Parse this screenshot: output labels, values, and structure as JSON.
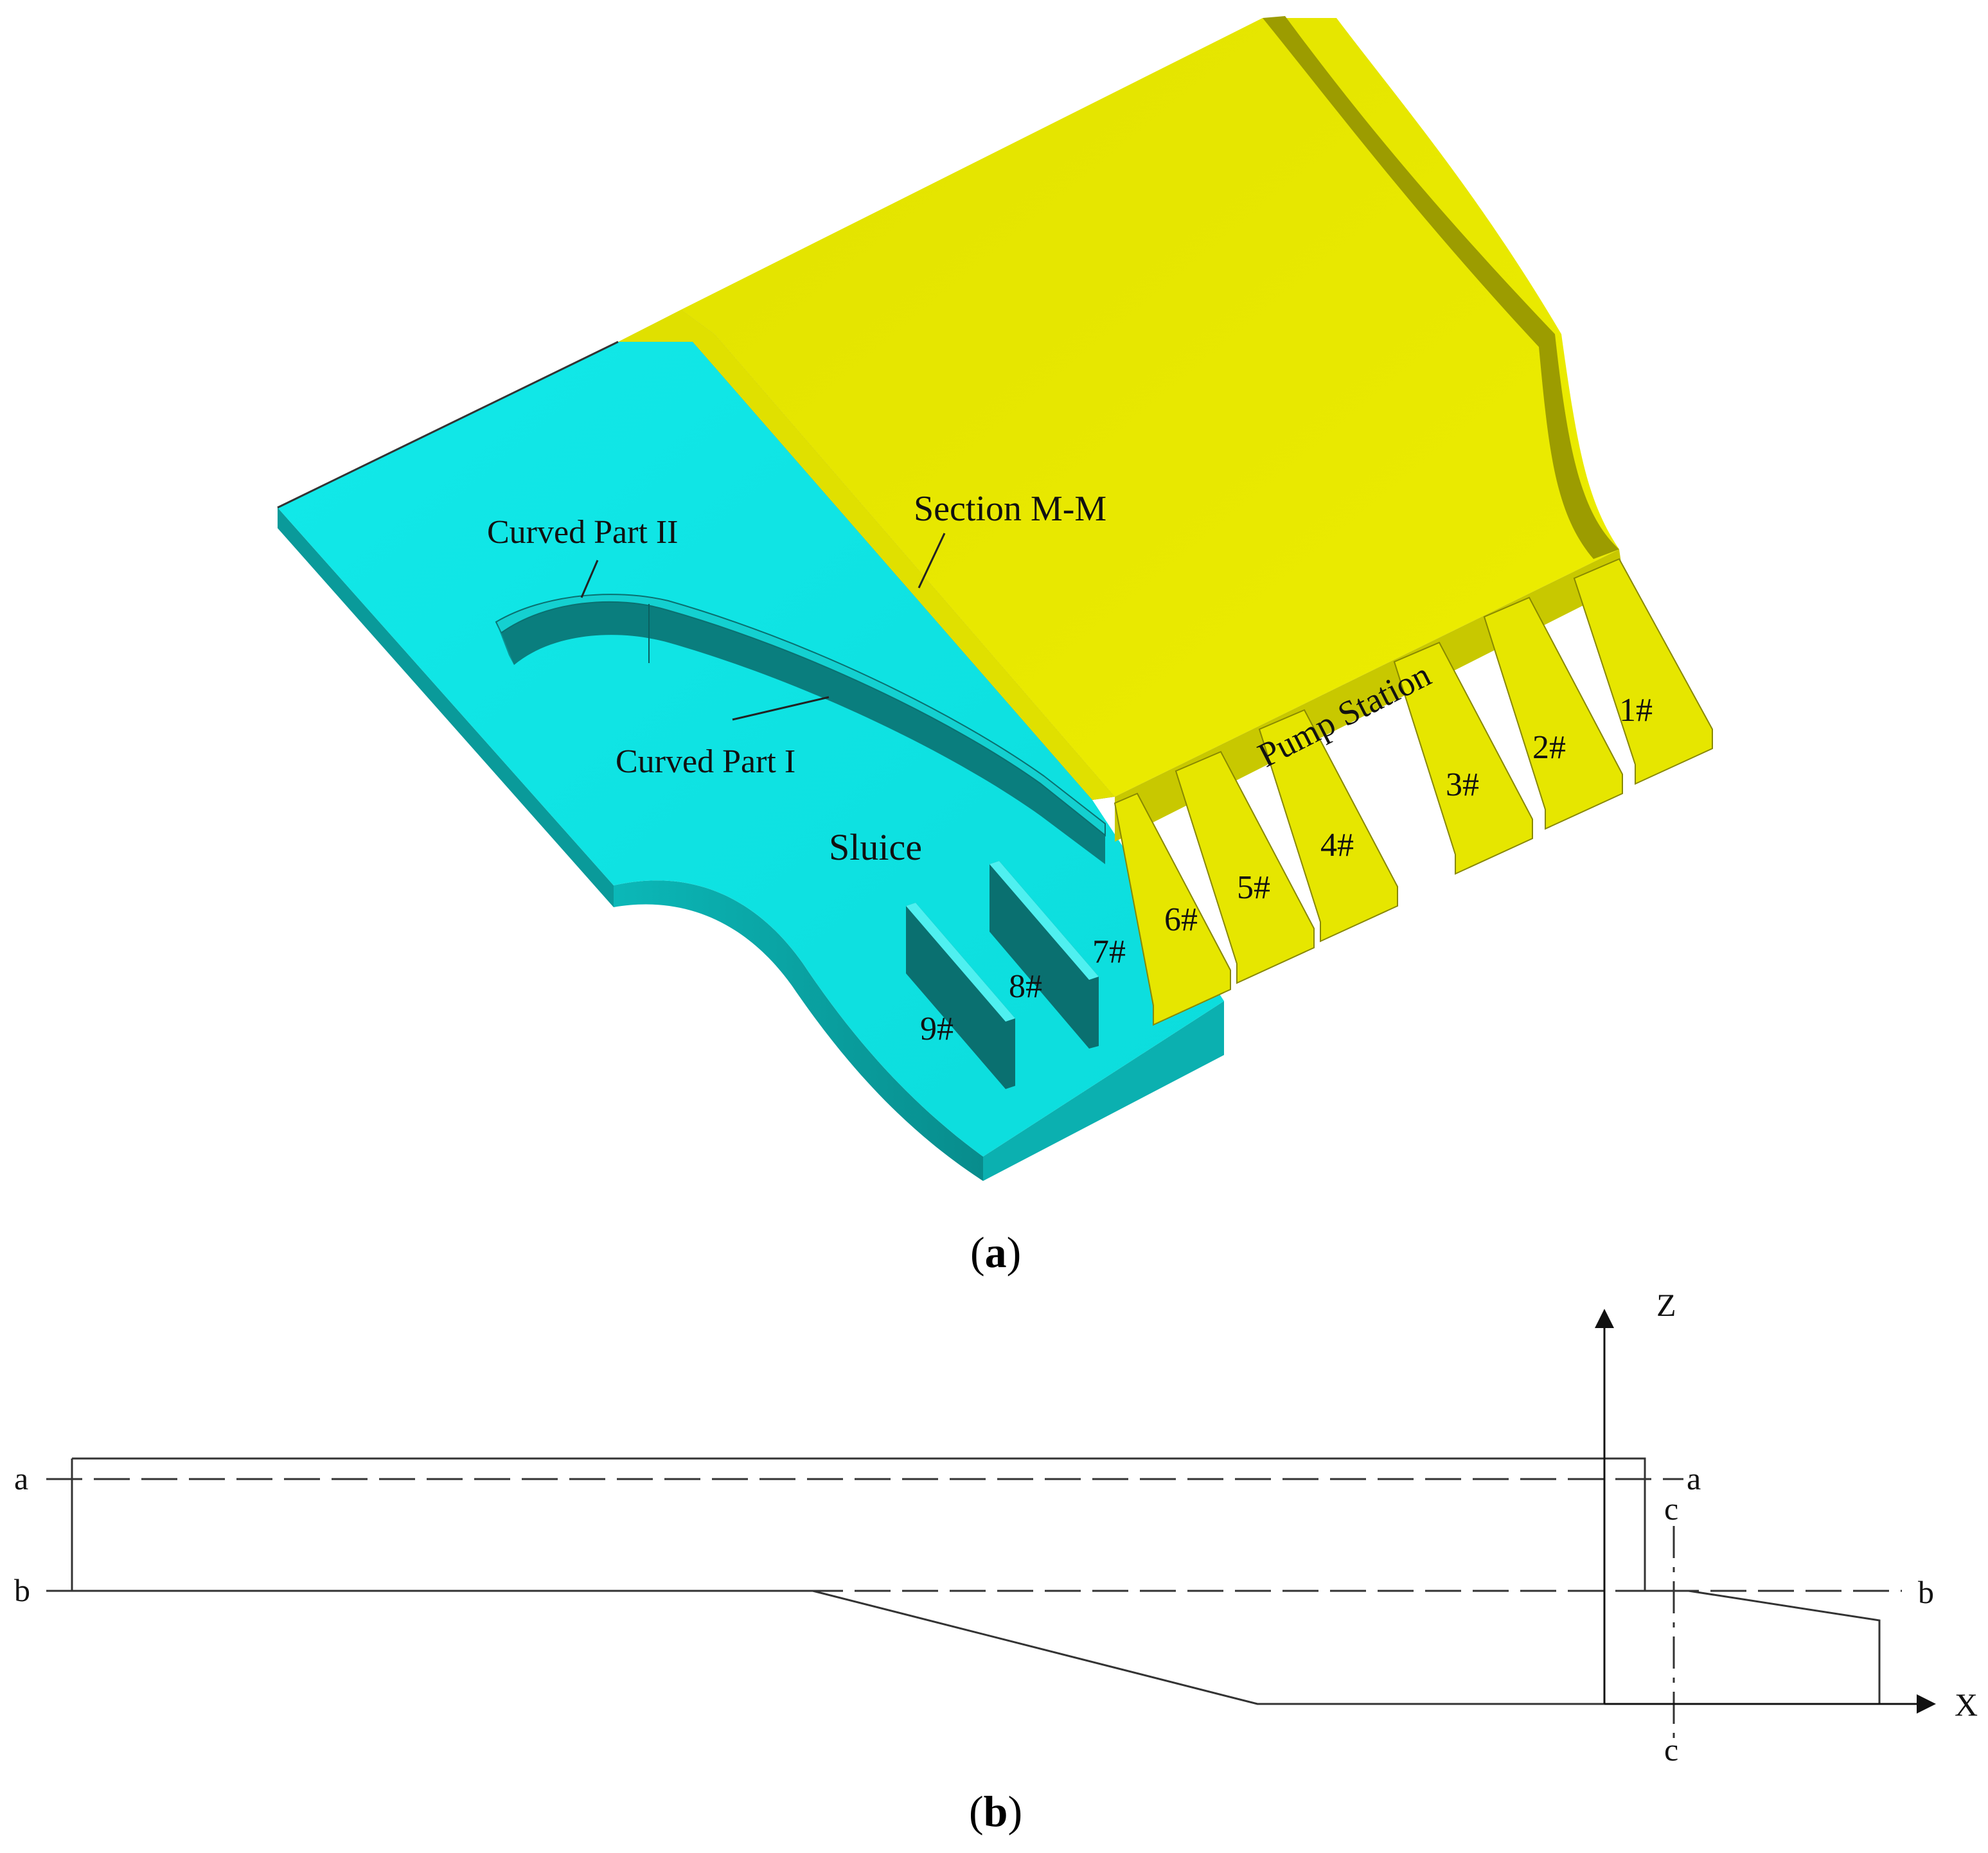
{
  "panel_a": {
    "caption_letter": "a",
    "labels": {
      "curved_part_2": "Curved Part II",
      "curved_part_1": "Curved Part I",
      "section_mm": "Section M-M",
      "sluice": "Sluice",
      "pump_station": "Pump Station"
    },
    "pump_units": [
      "1#",
      "2#",
      "3#",
      "4#",
      "5#",
      "6#"
    ],
    "sluice_gates": [
      "7#",
      "8#",
      "9#"
    ],
    "colors": {
      "sluice_fill": "#12E6E6",
      "sluice_dark": "#0A8C8C",
      "pump_fill": "#E6E600",
      "pump_dark": "#7A7A00"
    }
  },
  "panel_b": {
    "caption_letter": "b",
    "axes": {
      "z_label": "Z",
      "x_label": "X"
    },
    "lines": {
      "a_left": "a",
      "a_right": "a",
      "b_left": "b",
      "b_right": "b",
      "c_top": "c",
      "c_bottom": "c"
    }
  }
}
